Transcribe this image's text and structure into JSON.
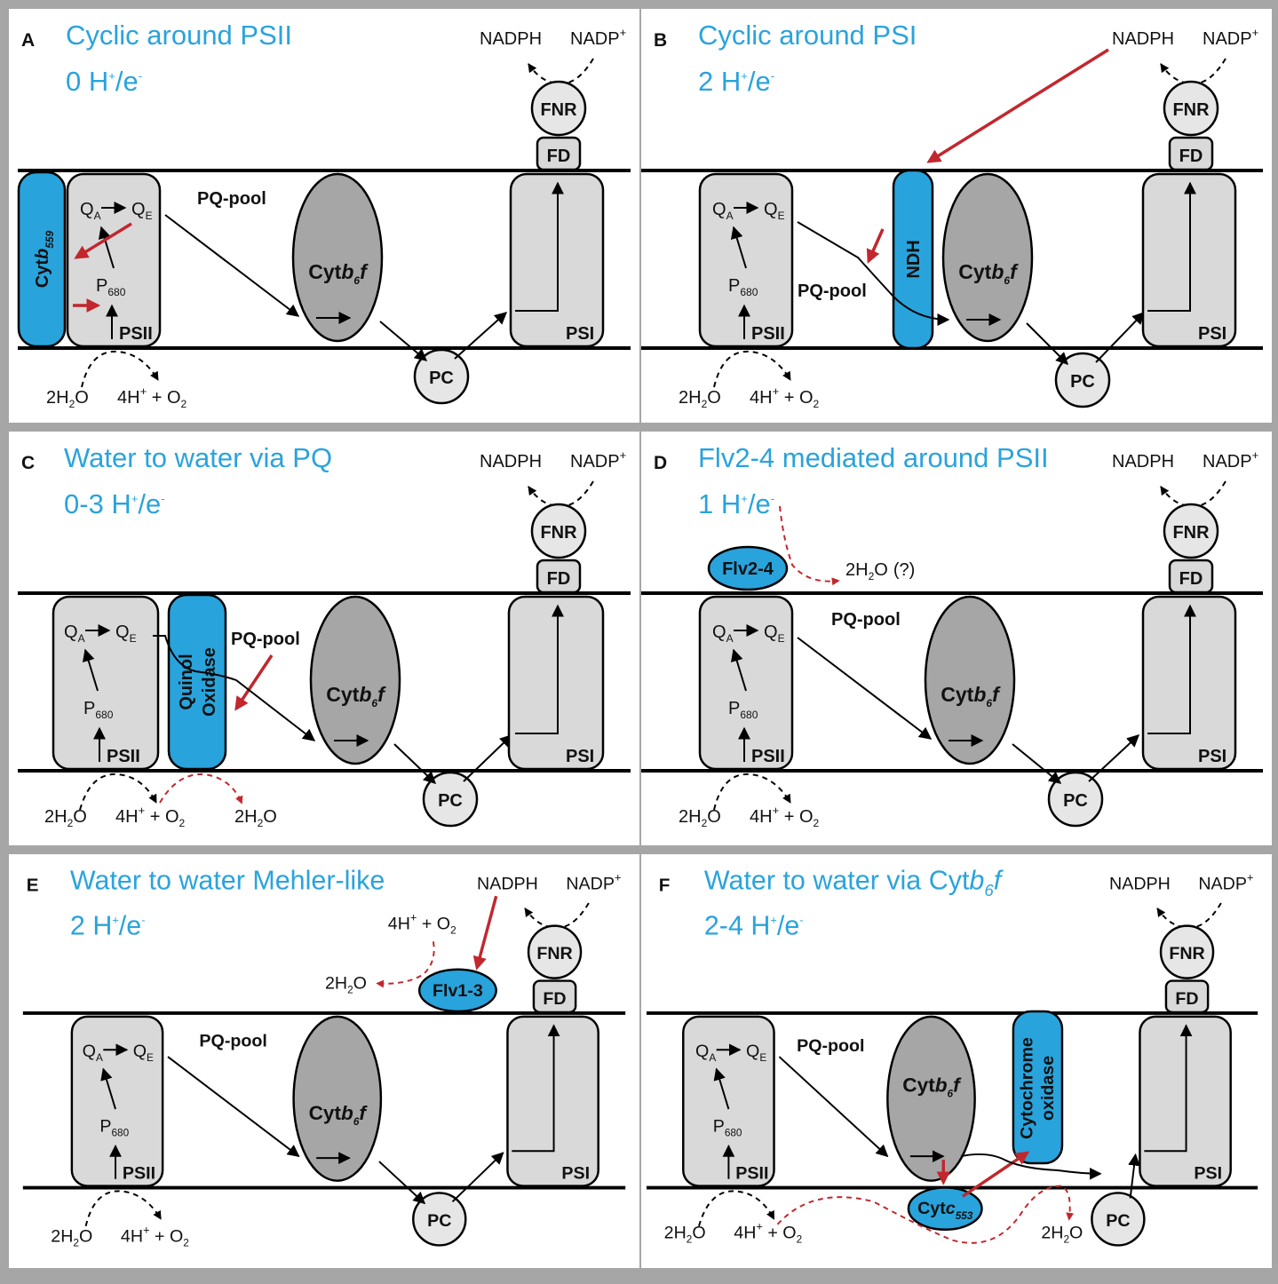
{
  "labels": {
    "psii": "PSII",
    "psi": "PSI",
    "cytb6f_prefix": "Cyt",
    "cytb6f_b": "b",
    "cytb6f_sub": "6",
    "cytb6f_f": "f",
    "pq_pool": "PQ-pool",
    "pc": "PC",
    "fd": "FD",
    "fnr": "FNR",
    "nadph": "NADPH",
    "nadp": "NADP",
    "nadp_sup": "+",
    "q": "Q",
    "q_a_sub": "A",
    "q_e_sub": "E",
    "p": "P",
    "p680_sub": "680",
    "h2o_left": "2H",
    "h2o_sub": "2",
    "h2o_right": "O",
    "h_left": "4H",
    "h_sup": "+",
    "h_mid": " + O",
    "o2_sub": "2",
    "h_unit_a": "H",
    "h_unit_sup": "+",
    "h_unit_b": "/e",
    "h_unit_sup2": "-"
  },
  "panels": [
    {
      "letter": "A",
      "title": "Cyclic around PSII",
      "rate": "0 "
    },
    {
      "letter": "B",
      "title": "Cyclic around PSI",
      "rate": "2 "
    },
    {
      "letter": "C",
      "title": "Water to water via PQ",
      "rate": "0-3 "
    },
    {
      "letter": "D",
      "title": "Flv2-4 mediated around PSII",
      "rate": "1 "
    },
    {
      "letter": "E",
      "title": "Water to water Mehler-like",
      "rate": "2 "
    },
    {
      "letter": "F",
      "title_prefix": "Water to water via Cyt",
      "title_b": "b",
      "title_sub": "6",
      "title_f": "f",
      "rate": "2-4 "
    }
  ],
  "extras": {
    "cytb559_a": "Cyt",
    "cytb559_b": "b",
    "cytb559_sub": "559",
    "ndh": "NDH",
    "quinol": "Quinol",
    "oxidase": "Oxidase",
    "flv24": "Flv2-4",
    "h2o_question": "(?)",
    "flv13": "Flv1-3",
    "cyt_oxidase_a": "Cytochrome",
    "cyt_oxidase_b": "oxidase",
    "cytc553_a": "Cyt",
    "cytc553_c": "c",
    "cytc553_sub": "553"
  },
  "colors": {
    "title": "#2aa3dc",
    "enzyme_blue": "#29a3dc",
    "red_arrow": "#c1272d",
    "complex_gray": "#d9d9d9",
    "cyt_gray": "#a6a6a6",
    "background_frame": "#a6a6a6"
  }
}
